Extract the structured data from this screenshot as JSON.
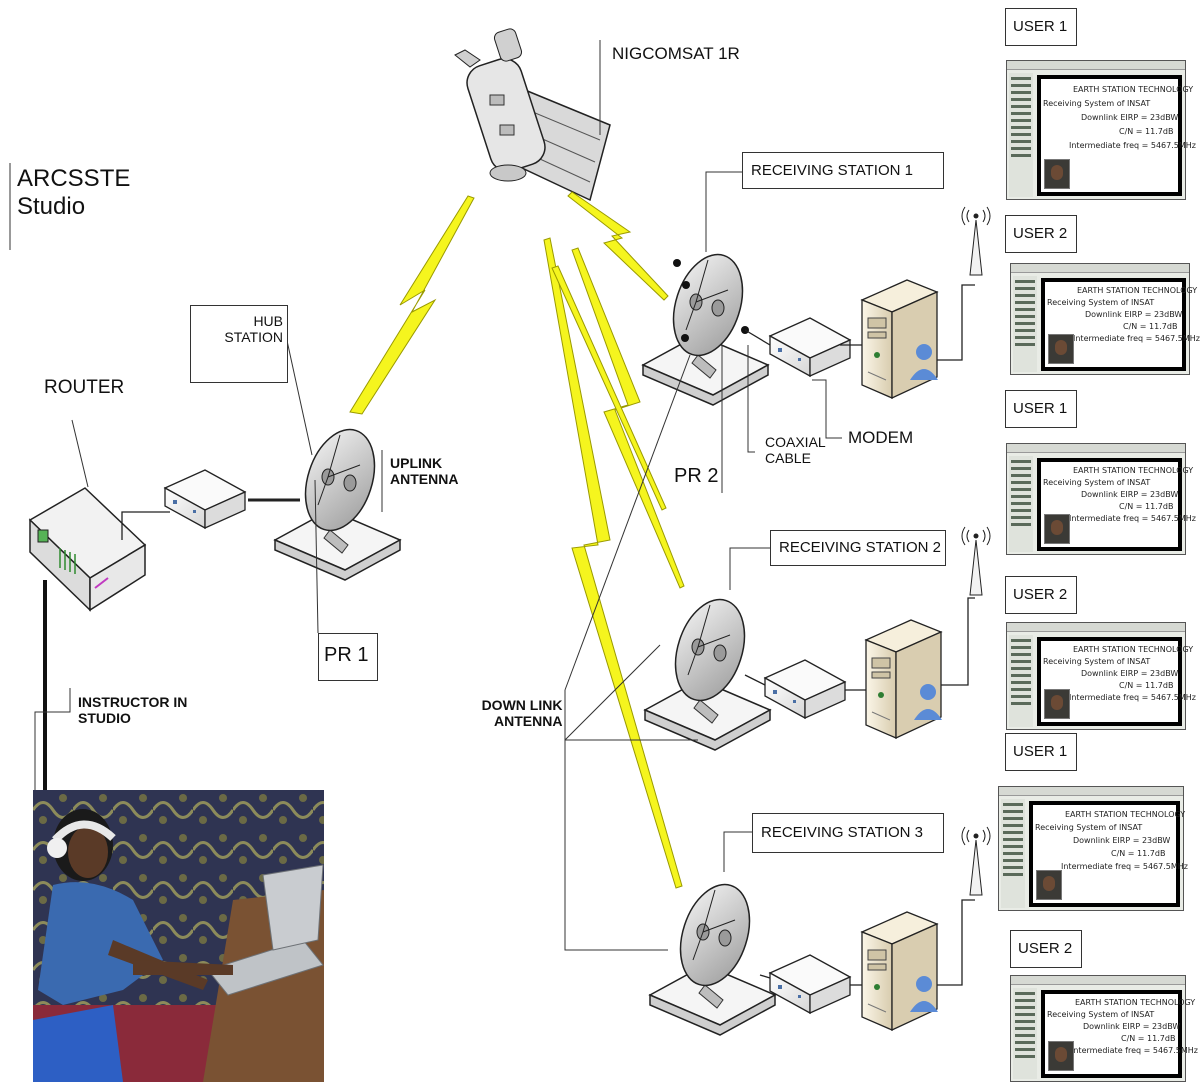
{
  "studio": {
    "line1": "ARCSSTE",
    "line2": "Studio"
  },
  "satellite": {
    "label": "NIGCOMSAT 1R"
  },
  "hub": {
    "box_line1": "HUB",
    "box_line2": "STATION",
    "router_label": "ROUTER",
    "uplink_line1": "UPLINK",
    "uplink_line2": "ANTENNA",
    "pr_label": "PR 1"
  },
  "instructor": {
    "line1": "INSTRUCTOR IN",
    "line2": "STUDIO"
  },
  "downlink": {
    "line1": "DOWN LINK",
    "line2": "ANTENNA"
  },
  "station1": {
    "label": "RECEIVING STATION 1",
    "pr_label": "PR 2",
    "coax_line1": "COAXIAL",
    "coax_line2": "CABLE",
    "modem_label": "MODEM"
  },
  "station2": {
    "label": "RECEIVING STATION 2"
  },
  "station3": {
    "label": "RECEIVING STATION 3"
  },
  "users": [
    "USER 1",
    "USER 2",
    "USER 1",
    "USER 2",
    "USER 1",
    "USER 2"
  ],
  "board": {
    "line1": "EARTH STATION TECHNOLOGY",
    "line2": "Receiving System of INSAT",
    "line3": "Downlink EIRP = 23dBW",
    "line4": "C/N = 11.7dB",
    "line5": "Intermediate freq = 5467.5MHz"
  },
  "colors": {
    "link": "#f5f51e",
    "link_outline": "#9a9a00",
    "dish": "#cfcfcf",
    "server": "#efe6cf"
  },
  "icons": [
    "satellite-icon",
    "dish-icon",
    "router-icon",
    "modem-icon",
    "server-icon",
    "user-icon",
    "wireless-antenna-icon"
  ]
}
